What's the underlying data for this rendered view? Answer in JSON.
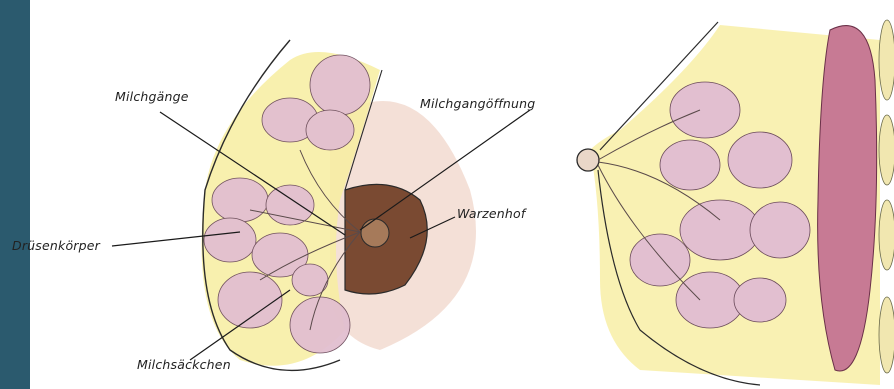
{
  "labels": {
    "milk_ducts": "Milchgänge",
    "duct_opening": "Milchgangöffnung",
    "areola": "Warzenhof",
    "glandular_body": "Drüsenkörper",
    "alveoli": "Milchsäckchen"
  },
  "colors": {
    "sidebar": "#2b5a6e",
    "fat": "#f7eda0",
    "lobule": "#e2bfd0",
    "areola": "#7a4a32",
    "skin": "#f3ddd3",
    "muscle": "#c77a94",
    "ink": "#2a2a2a"
  },
  "icons": {
    "front_view": "breast-cross-section-front-icon",
    "side_view": "breast-cross-section-side-icon"
  }
}
